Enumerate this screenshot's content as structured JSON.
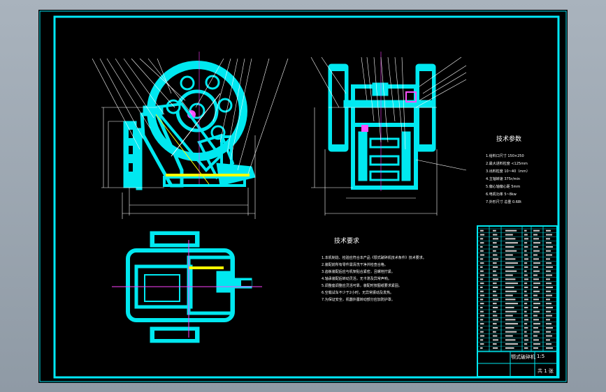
{
  "tech_params": {
    "title": "技术参数",
    "items": [
      "1.给料口尺寸   150×250",
      "2.最大进料粒度   <125mm",
      "3.出料粒度   10~40（mm）",
      "4.主轴转速   375r/min",
      "5.偏心轴偏心距   5mm",
      "6.电机功率   5~8kw",
      "7.外形尺寸   总重  0.68t"
    ]
  },
  "tech_requirements": {
    "title": "技术要求",
    "items": [
      "1.本机制造、检验应符合本产品《颚式破碎机技术条件》技术要求。",
      "2.装配前所有零件需清洗干净并检查合格。",
      "3.齿板装配后应与机架贴合紧密，且螺栓拧紧。",
      "4.轴承装配后转动灵活，无卡滞及异常声响。",
      "5.调整座调整应灵活可靠，装配时按图纸要求紧固。",
      "6.空载试车不少于2小时，无异常振动及发热。",
      "7.为保证安全，机器外露转动部分应加防护罩。"
    ]
  },
  "title_block": {
    "drawing_name": "颚式破碎机",
    "scale": "1:5",
    "sheet": "共 1 张"
  }
}
